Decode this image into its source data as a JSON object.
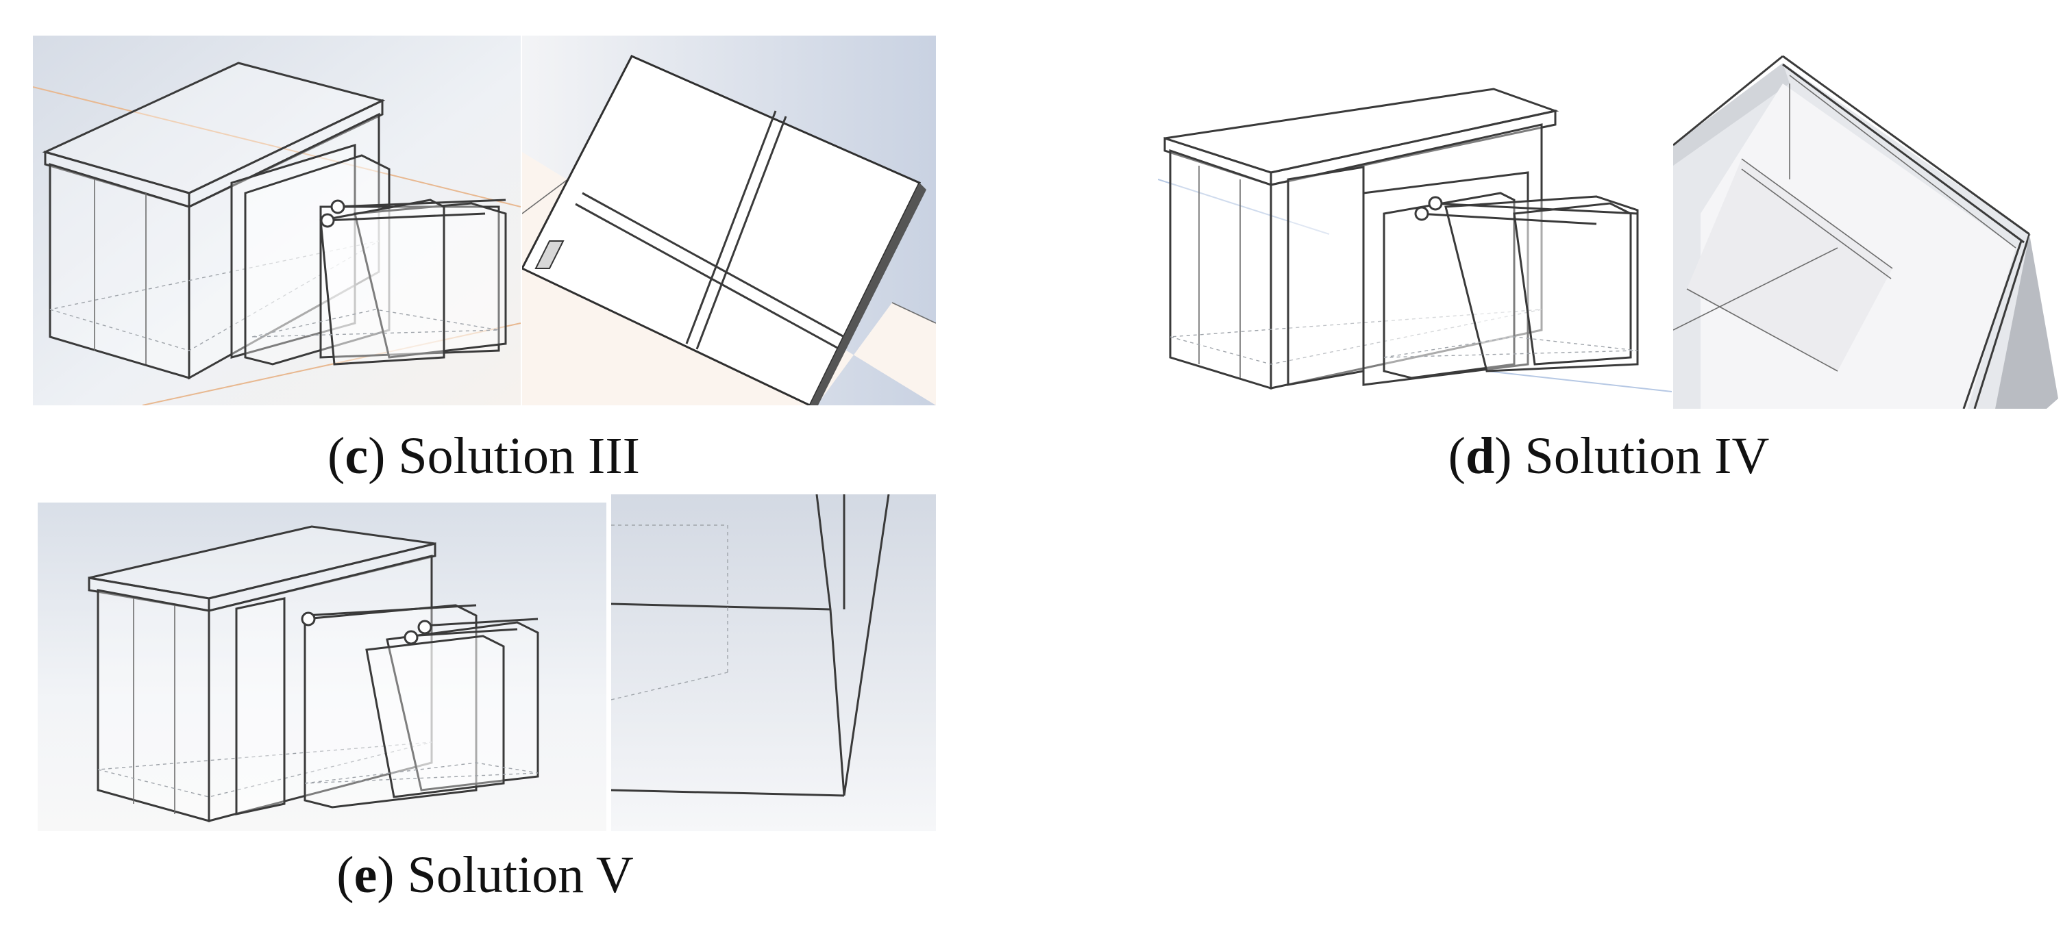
{
  "figure": {
    "panels": [
      {
        "letter": "c",
        "label": "Solution III"
      },
      {
        "letter": "d",
        "label": "Solution IV"
      },
      {
        "letter": "e",
        "label": "Solution V"
      }
    ]
  }
}
